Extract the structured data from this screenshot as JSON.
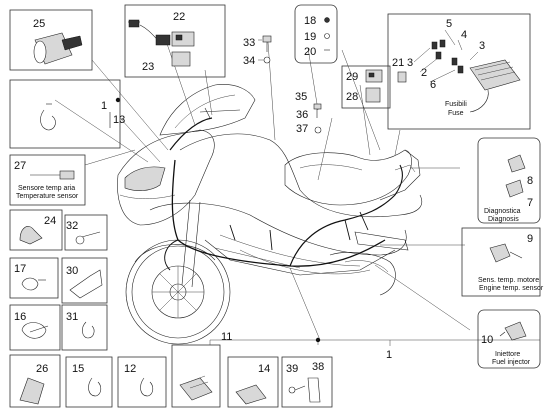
{
  "part_numbers": {
    "p1": "1",
    "p2": "2",
    "p3a": "3",
    "p3b": "3",
    "p4": "4",
    "p5": "5",
    "p6": "6",
    "p7": "7",
    "p8": "8",
    "p9": "9",
    "p10": "10",
    "p11": "11",
    "p12": "12",
    "p13": "13",
    "p14": "14",
    "p15": "15",
    "p16": "16",
    "p17": "17",
    "p18": "18",
    "p19": "19",
    "p20": "20",
    "p21": "21",
    "p22": "22",
    "p23": "23",
    "p24": "24",
    "p25": "25",
    "p26": "26",
    "p27": "27",
    "p28": "28",
    "p29": "29",
    "p30": "30",
    "p31": "31",
    "p32": "32",
    "p33": "33",
    "p34": "34",
    "p35": "35",
    "p36": "36",
    "p37": "37",
    "p38": "38",
    "p39": "39",
    "p1b": "1"
  },
  "captions": {
    "fuse_it": "Fusibili",
    "fuse_en": "Fuse",
    "air_it": "Sensore temp aria",
    "air_en": "Temperature sensor",
    "diag_it": "Diagnostica",
    "diag_en": "Diagnosis",
    "eng_it": "Sens. temp. motore",
    "eng_en": "Engine temp. sensor",
    "inj_it": "Iniettore",
    "inj_en": "Fuel injector"
  }
}
